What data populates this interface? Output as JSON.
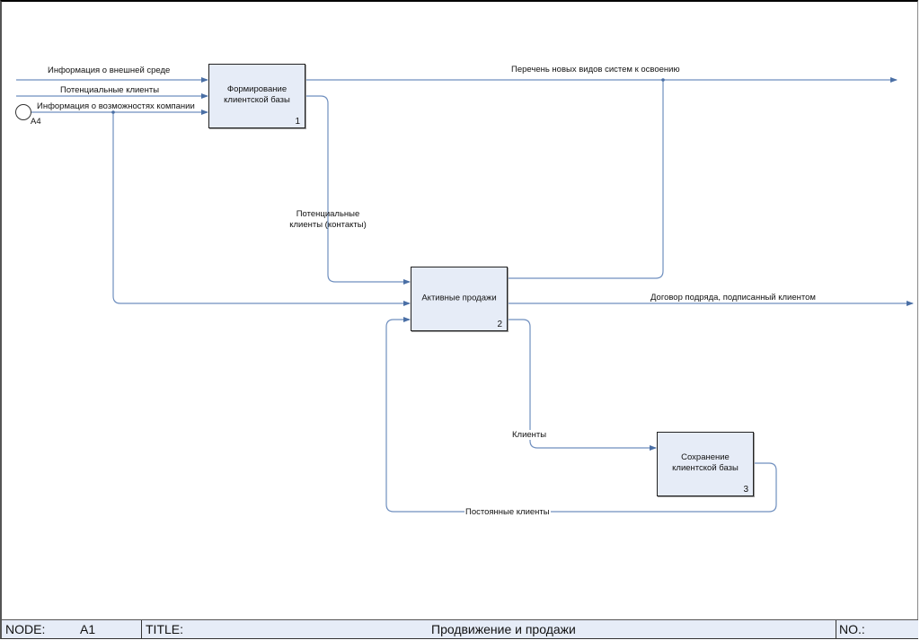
{
  "diagram": {
    "boxes": [
      {
        "name": "Формирование\nклиентской базы",
        "number": "1"
      },
      {
        "name": "Активные продажи",
        "number": "2"
      },
      {
        "name": "Сохранение\nклиентской базы",
        "number": "3"
      }
    ],
    "arrows": {
      "input_external": "Информация о внешней среде",
      "input_potential": "Потенциальные клиенты",
      "input_capabilities": "Информация о возможностях компании",
      "output_new_systems": "Перечень новых видов систем к освоению",
      "potential_contacts_line1": "Потенциальные",
      "potential_contacts_line2": "клиенты (контакты)",
      "output_contract": "Договор подряда, подписанный клиентом",
      "clients": "Клиенты",
      "regular_clients": "Постоянные клиенты"
    },
    "tunnel_label": "A4",
    "colors": {
      "arrow": "#4a6fa5",
      "box_fill": "#e6ecf7"
    }
  },
  "footer": {
    "node_label": "NODE:",
    "node_value": "A1",
    "title_label": "TITLE:",
    "title_value": "Продвижение и продажи",
    "no_label": "NO.:"
  }
}
